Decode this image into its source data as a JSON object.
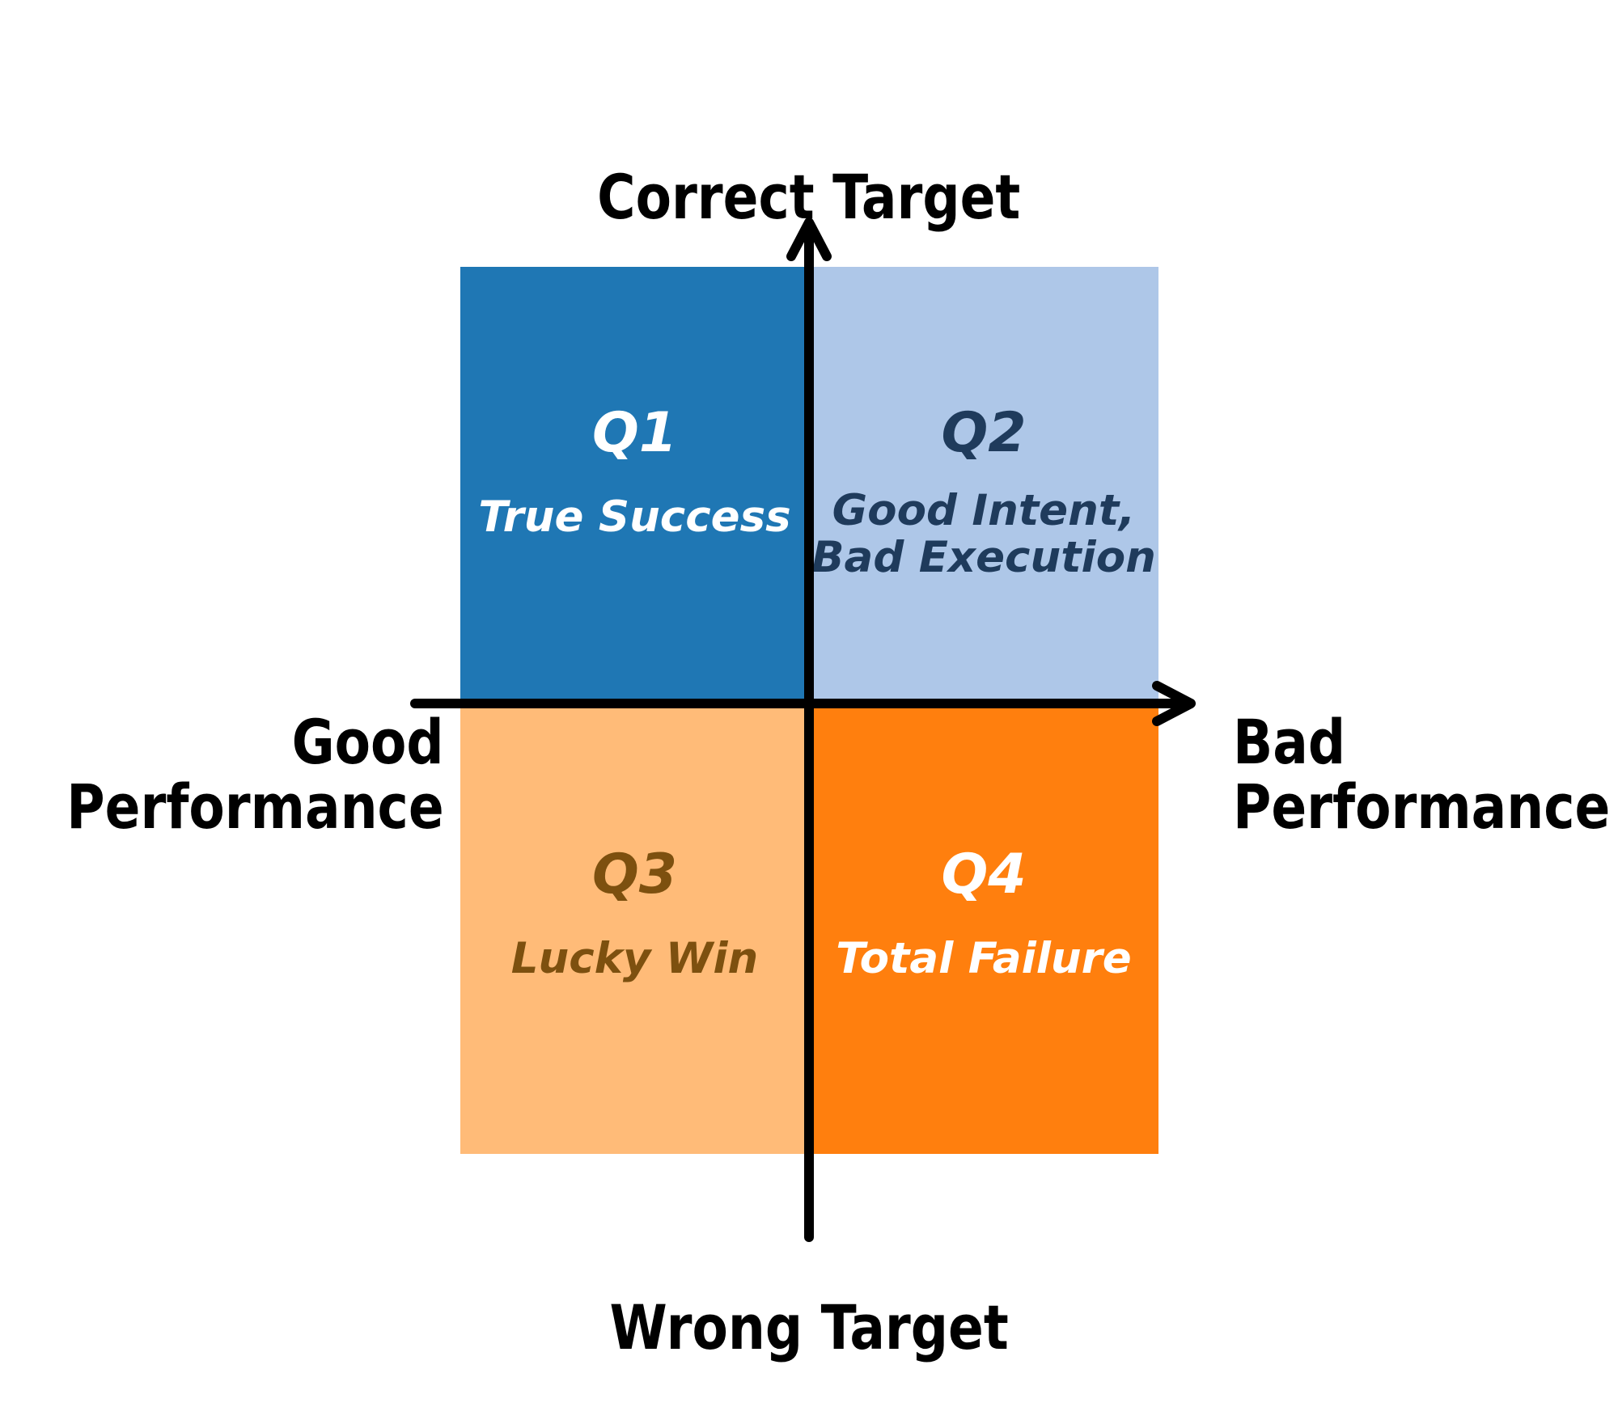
{
  "titles": {
    "top": "Correct Target",
    "bottom": "Wrong Target"
  },
  "axis_labels": {
    "left": "Good\nPerformance",
    "right": "Bad\nPerformance"
  },
  "axes": {
    "color": "#000000"
  },
  "quadrants": [
    {
      "id": "Q1",
      "position": "top-left",
      "label": "Q1",
      "subtitle": "True Success",
      "bg": "#1f77b4",
      "text_color": "#ffffff"
    },
    {
      "id": "Q2",
      "position": "top-right",
      "label": "Q2",
      "subtitle": "Good Intent,\nBad Execution",
      "bg": "#aec7e8",
      "text_color": "#1f3b5c"
    },
    {
      "id": "Q3",
      "position": "bottom-left",
      "label": "Q3",
      "subtitle": "Lucky Win",
      "bg": "#ffbb78",
      "text_color": "#7d500f"
    },
    {
      "id": "Q4",
      "position": "bottom-right",
      "label": "Q4",
      "subtitle": "Total Failure",
      "bg": "#ff7f0e",
      "text_color": "#ffffff"
    }
  ]
}
